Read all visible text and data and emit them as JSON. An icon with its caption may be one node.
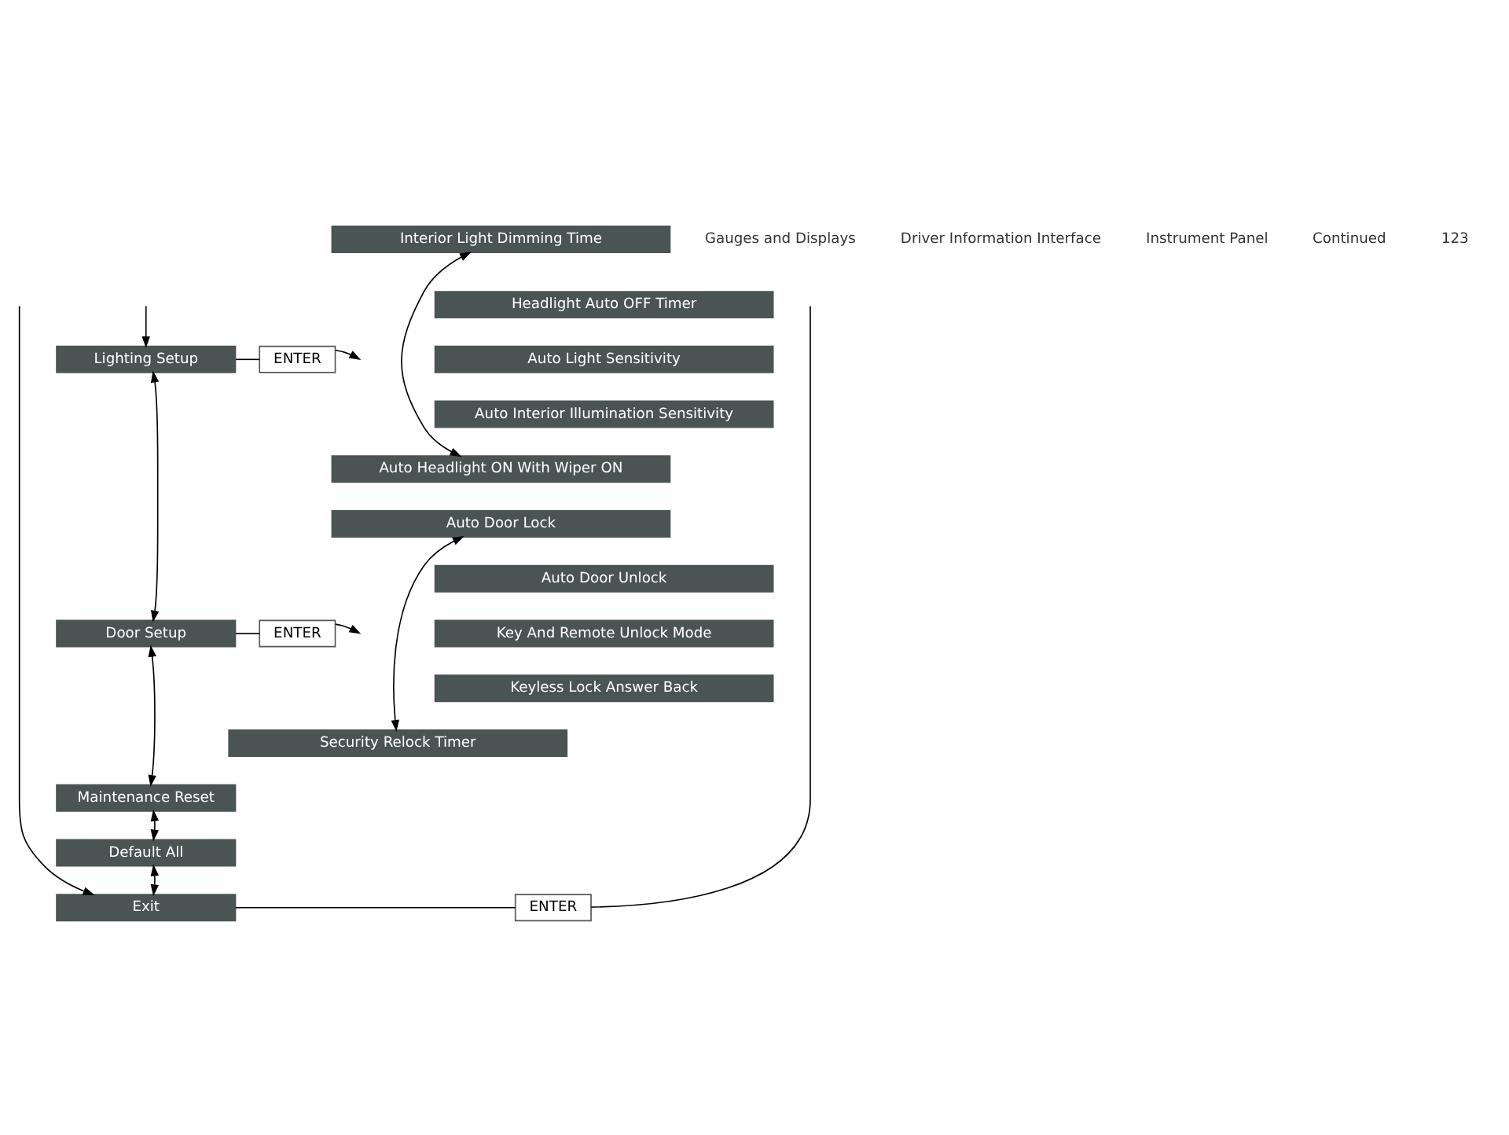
{
  "diagram": {
    "nodes": [
      {
        "text": [
          "Lighting Setup"
        ]
      },
      {
        "text": [
          "ENTER"
        ]
      },
      {
        "text": [
          "Interior Light Dimming Time"
        ]
      },
      {
        "text": [
          "Headlight Auto OFF Timer"
        ]
      },
      {
        "text": [
          "Auto Light Sensitivity"
        ]
      },
      {
        "text": [
          "Auto Interior Illumination Sensitivity"
        ]
      },
      {
        "text": [
          "Auto Headlight ON With Wiper ON"
        ]
      },
      {
        "text": [
          "Door Setup"
        ]
      },
      {
        "text": [
          "ENTER"
        ]
      },
      {
        "text": [
          "Auto Door Lock"
        ]
      },
      {
        "text": [
          "Auto Door Unlock"
        ]
      },
      {
        "text": [
          "Key And Remote Unlock Mode"
        ]
      },
      {
        "text": [
          "Keyless Lock Answer Back"
        ]
      },
      {
        "text": [
          "Security Relock Timer"
        ]
      },
      {
        "text": [
          "Maintenance Reset"
        ]
      },
      {
        "text": [
          "Default All"
        ]
      },
      {
        "text": [
          "ENTER"
        ]
      },
      {
        "text": [
          "Exit"
        ]
      }
    ],
    "edges": [
      {
        "from": null,
        "to": 0,
        "arrow": "to"
      },
      {
        "from": 0,
        "to": 1,
        "arrow": "none"
      },
      {
        "from": 1,
        "to": null,
        "arrow": "to"
      },
      {
        "from": 2,
        "to": 6,
        "arrow": "both"
      },
      {
        "from": 0,
        "to": 7,
        "arrow": "both"
      },
      {
        "from": 7,
        "to": 8,
        "arrow": "none"
      },
      {
        "from": 8,
        "to": null,
        "arrow": "to"
      },
      {
        "from": 9,
        "to": 13,
        "arrow": "both"
      },
      {
        "from": 7,
        "to": 14,
        "arrow": "both"
      },
      {
        "from": 14,
        "to": 15,
        "arrow": "both"
      },
      {
        "from": 15,
        "to": 17,
        "arrow": "both"
      },
      {
        "from": null,
        "to": 17,
        "arrow": "to"
      },
      {
        "from": 17,
        "to": 16,
        "arrow": "none"
      },
      {
        "from": 16,
        "to": null,
        "arrow": "none"
      }
    ],
    "labels": [
      "Gauges and Displays",
      "Driver Information Interface",
      "Instrument Panel",
      "Continued",
      "123"
    ]
  }
}
